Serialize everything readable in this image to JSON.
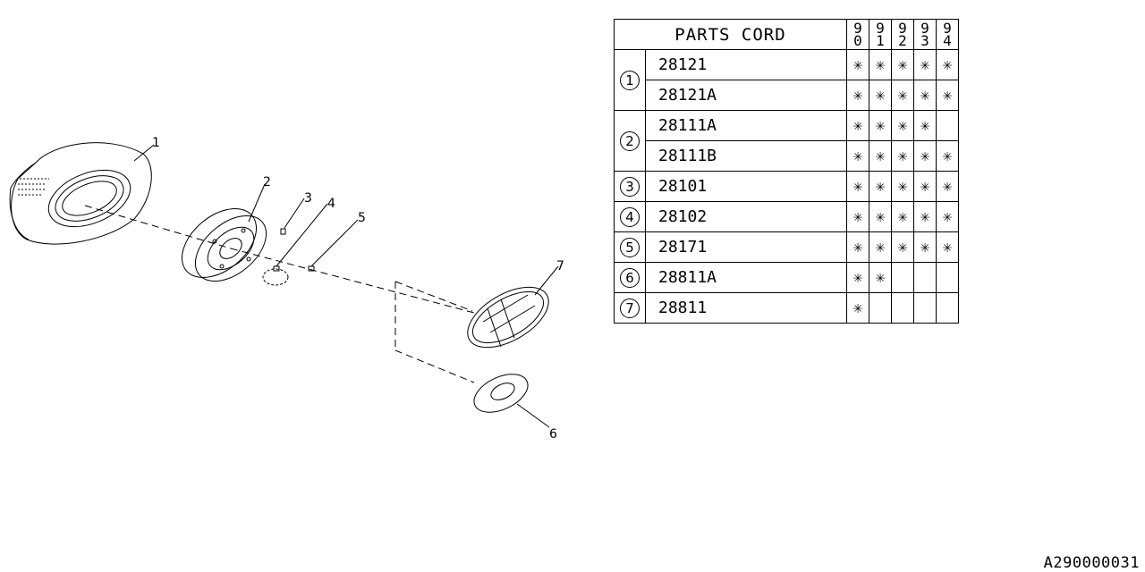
{
  "callouts": [
    "1",
    "2",
    "3",
    "4",
    "5",
    "6",
    "7"
  ],
  "table": {
    "title": "PARTS CORD",
    "years": [
      [
        "9",
        "0"
      ],
      [
        "9",
        "1"
      ],
      [
        "9",
        "2"
      ],
      [
        "9",
        "3"
      ],
      [
        "9",
        "4"
      ]
    ],
    "mark": "✳",
    "rows": [
      {
        "index": "1",
        "code": "28121",
        "marks": [
          true,
          true,
          true,
          true,
          true
        ],
        "span": 2
      },
      {
        "index": "",
        "code": "28121A",
        "marks": [
          true,
          true,
          true,
          true,
          true
        ],
        "span": 0
      },
      {
        "index": "2",
        "code": "28111A",
        "marks": [
          true,
          true,
          true,
          true,
          false
        ],
        "span": 2
      },
      {
        "index": "",
        "code": "28111B",
        "marks": [
          true,
          true,
          true,
          true,
          true
        ],
        "span": 0
      },
      {
        "index": "3",
        "code": "28101",
        "marks": [
          true,
          true,
          true,
          true,
          true
        ],
        "span": 1
      },
      {
        "index": "4",
        "code": "28102",
        "marks": [
          true,
          true,
          true,
          true,
          true
        ],
        "span": 1
      },
      {
        "index": "5",
        "code": "28171",
        "marks": [
          true,
          true,
          true,
          true,
          true
        ],
        "span": 1
      },
      {
        "index": "6",
        "code": "28811A",
        "marks": [
          true,
          true,
          false,
          false,
          false
        ],
        "span": 1
      },
      {
        "index": "7",
        "code": "28811",
        "marks": [
          true,
          false,
          false,
          false,
          false
        ],
        "span": 1
      }
    ]
  },
  "reference_id": "A290000031"
}
